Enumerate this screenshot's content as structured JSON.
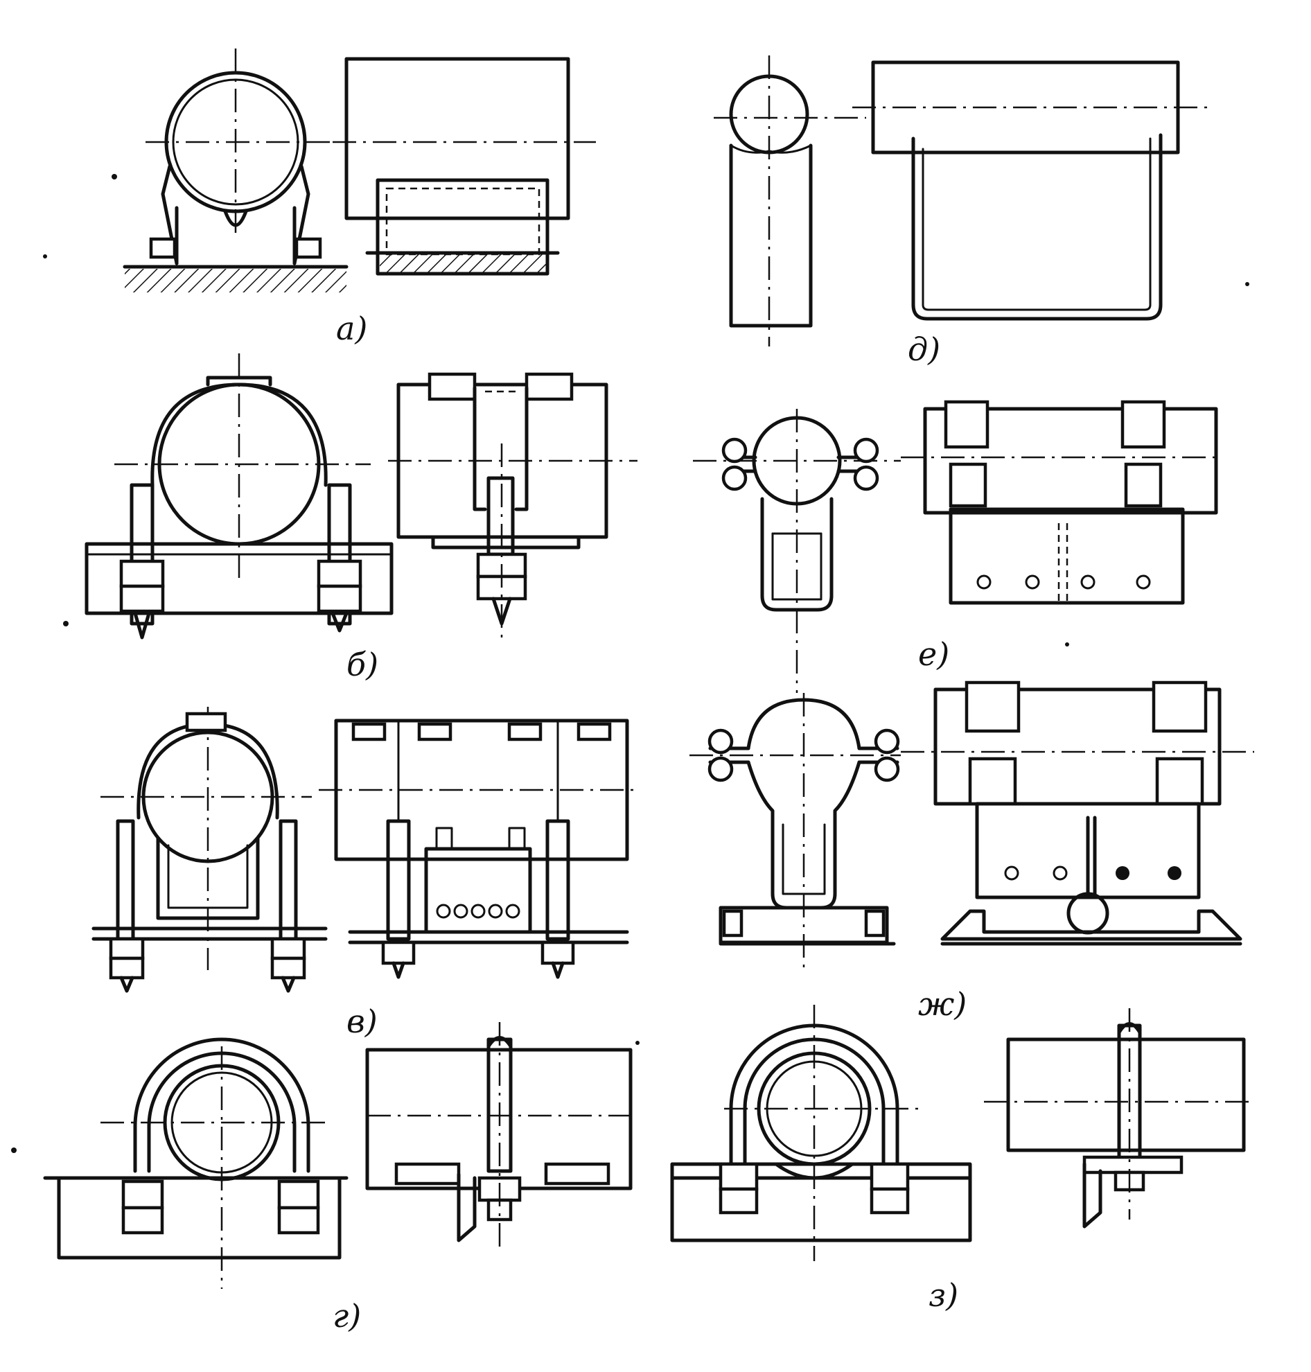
{
  "figure": {
    "panels": [
      {
        "id": "a",
        "label": "а)"
      },
      {
        "id": "b",
        "label": "б)"
      },
      {
        "id": "v",
        "label": "в)"
      },
      {
        "id": "g",
        "label": "г)"
      },
      {
        "id": "d",
        "label": "д)"
      },
      {
        "id": "e",
        "label": "е)"
      },
      {
        "id": "zh",
        "label": "ж)"
      },
      {
        "id": "z",
        "label": "з)"
      }
    ]
  }
}
